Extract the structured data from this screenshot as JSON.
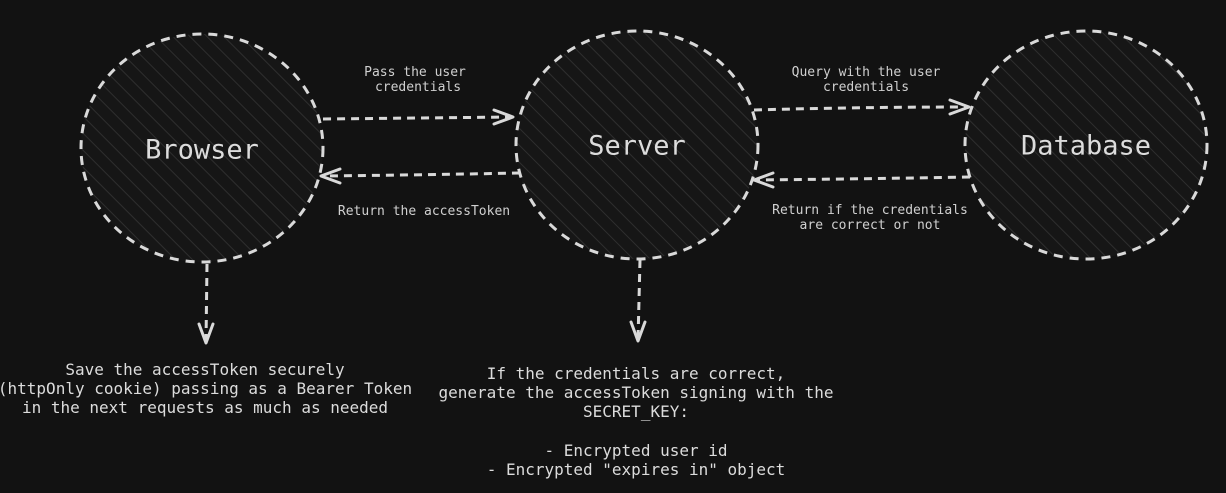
{
  "nodes": {
    "browser": {
      "label": "Browser"
    },
    "server": {
      "label": "Server"
    },
    "database": {
      "label": "Database"
    }
  },
  "edges": {
    "browser_to_server": [
      "Pass the user",
      "credentials"
    ],
    "server_to_browser": [
      "Return the accessToken"
    ],
    "server_to_database": [
      "Query with the user",
      "credentials"
    ],
    "database_to_server": [
      "Return if the credentials",
      "are correct or not"
    ]
  },
  "notes": {
    "browser": [
      "Save the accessToken securely",
      "(httpOnly cookie) passing as a Bearer Token",
      "in the next requests as much as needed"
    ],
    "server": [
      "If the credentials are correct,",
      "generate the accessToken signing with the",
      "SECRET_KEY:",
      "",
      "- Encrypted user id",
      "- Encrypted \"expires in\" object"
    ]
  },
  "colors": {
    "background": "#121212",
    "stroke": "#d9d9d9",
    "text": "#dcdcdc"
  }
}
